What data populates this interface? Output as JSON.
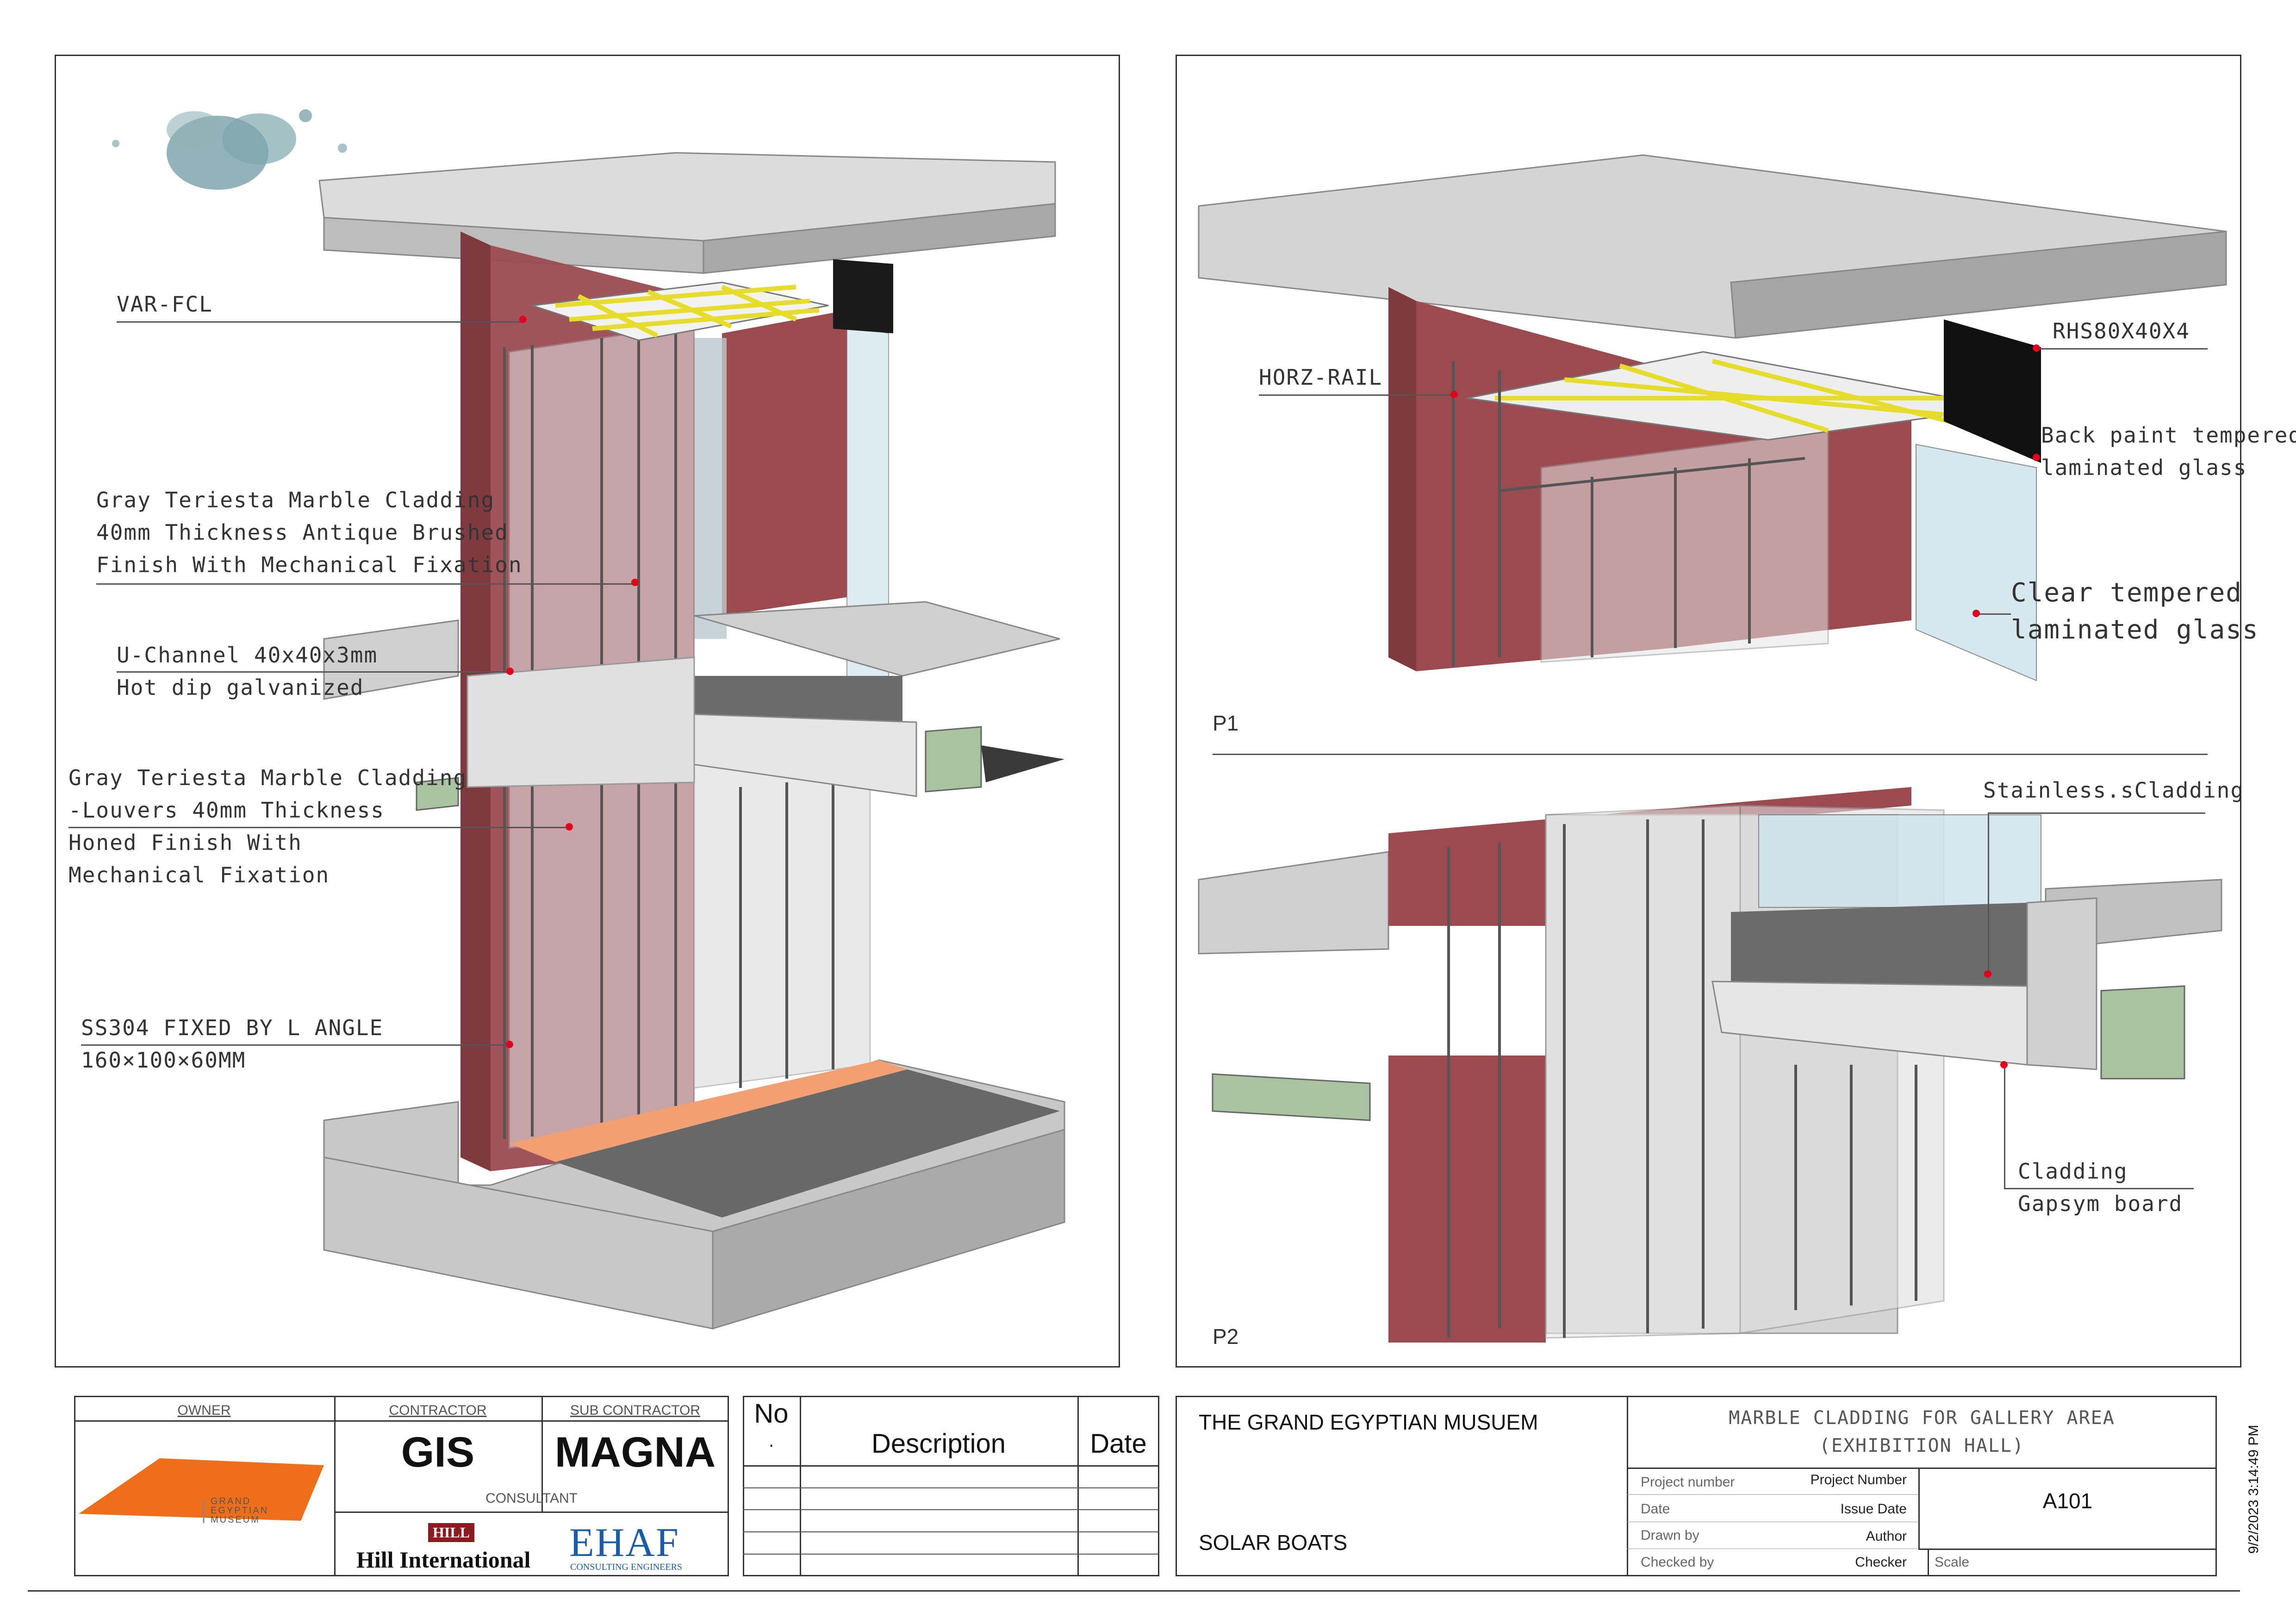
{
  "labels": {
    "var_fcl": "VAR-FCL",
    "cladding_40mm": [
      "Gray Teriesta Marble Cladding",
      "40mm Thickness Antique Brushed",
      "Finish  With Mechanical Fixation"
    ],
    "u_channel": [
      "U-Channel 40x40x3mm",
      "Hot dip galvanized"
    ],
    "louvers": [
      "Gray Teriesta Marble Cladding",
      "-Louvers 40mm Thickness",
      " Honed Finish  With",
      "Mechanical Fixation"
    ],
    "ss304": [
      "SS304 FIXED BY L ANGLE",
      "160×100×60MM"
    ],
    "horz_rail": "HORZ-RAIL",
    "rhs": "RHS80X40X4",
    "back_paint": [
      "Back paint tempered",
      "laminated glass"
    ],
    "clear_glass": [
      "Clear tempered",
      "laminated glass"
    ],
    "stainless": "Stainless.sCladding",
    "gapsym": [
      "Cladding",
      "Gapsym board"
    ]
  },
  "views": {
    "p1": "P1",
    "p2": "P2"
  },
  "title_block": {
    "owner_header": "OWNER",
    "contractor_header": "CONTRACTOR",
    "sub_contractor_header": "SUB CONTRACTOR",
    "contractor": "GIS",
    "sub_contractor": "MAGNA",
    "consultant_header": "CONSULTANT",
    "owner_logo_text": [
      "GRAND",
      "EGYPTIAN",
      "MUSEUM"
    ],
    "hill_logo_text": "HILL",
    "hill_name": "Hill International",
    "ehaf_name": "EHAF",
    "ehaf_sub": "CONSULTING ENGINEERS",
    "revision_headers": {
      "no": "No",
      "no_dot": ".",
      "description": "Description",
      "date": "Date"
    },
    "project_title": "THE GRAND EGYPTIAN MUSUEM",
    "project_sub": "SOLAR BOATS",
    "sheet_title": [
      "MARBLE CLADDING FOR GALLERY AREA",
      "(EXHIBITION HALL)"
    ],
    "meta": [
      {
        "key": "Project number",
        "value": "Project Number"
      },
      {
        "key": "Date",
        "value": "Issue Date"
      },
      {
        "key": "Drawn by",
        "value": "Author"
      },
      {
        "key": "Checked by",
        "value": "Checker"
      }
    ],
    "sheet_number": "A101",
    "scale_label": "Scale",
    "timestamp": "9/2/2023 3:14:49 PM"
  },
  "colors": {
    "brick": "#9b4a50",
    "concrete": "#c8c8c8",
    "rail": "#e6dd2a",
    "glass": "#cfe4ea",
    "green": "#a9c3a0",
    "orange": "#f2a071",
    "steel": "#6b6b6b"
  }
}
